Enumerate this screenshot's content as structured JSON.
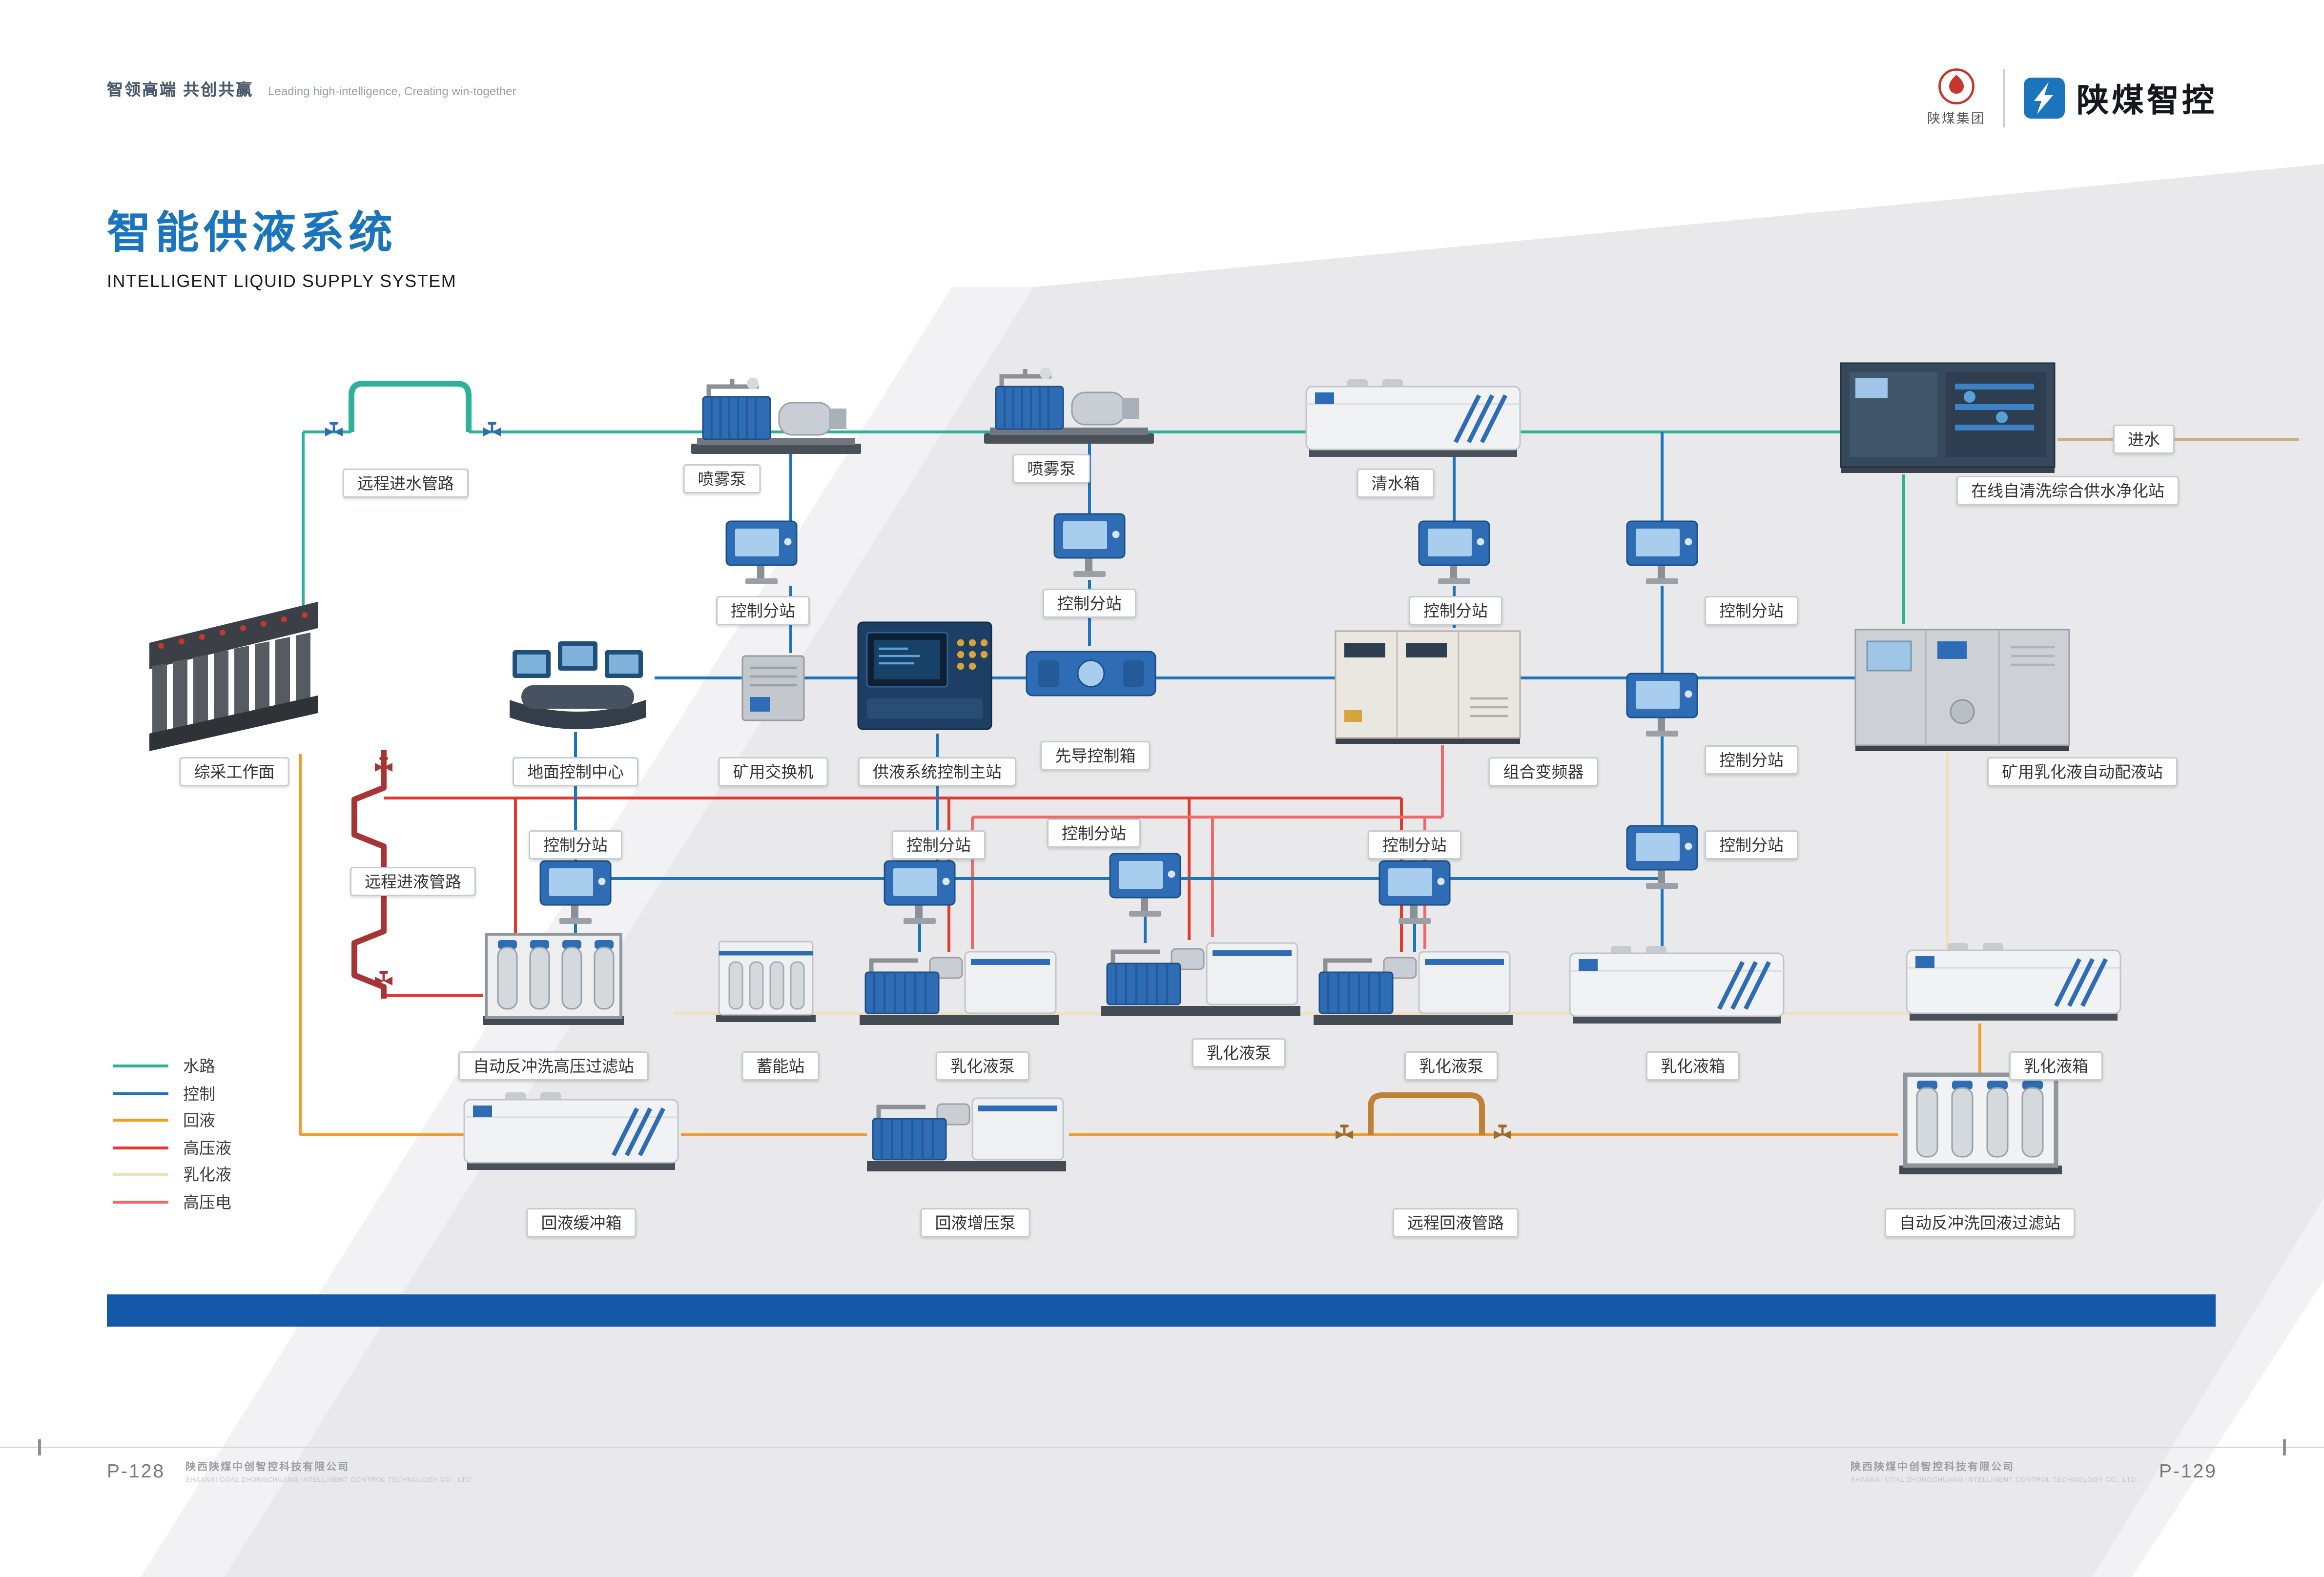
{
  "header": {
    "slogan_cn": "智领高端 共创共赢",
    "slogan_en": "Leading high-intelligence, Creating win-together",
    "logo_group_text": "陕煤集团",
    "logo_brand_text": "陕煤智控"
  },
  "title": {
    "cn": "智能供液系统",
    "en": "INTELLIGENT LIQUID SUPPLY SYSTEM"
  },
  "legend": {
    "items": [
      {
        "label": "水路",
        "color": "#2fb199"
      },
      {
        "label": "控制",
        "color": "#1b75bc"
      },
      {
        "label": "回液",
        "color": "#f59a23"
      },
      {
        "label": "高压液",
        "color": "#e0392f"
      },
      {
        "label": "乳化液",
        "color": "#f0e0bd"
      },
      {
        "label": "高压电",
        "color": "#ee6a6a"
      }
    ]
  },
  "diagram": {
    "labels": [
      "远程进水管路",
      "喷雾泵",
      "喷雾泵",
      "清水箱",
      "进水",
      "在线自清洗综合供水净化站",
      "控制分站",
      "控制分站",
      "控制分站",
      "控制分站",
      "综采工作面",
      "地面控制中心",
      "矿用交换机",
      "供液系统控制主站",
      "先导控制箱",
      "组合变频器",
      "控制分站",
      "矿用乳化液自动配液站",
      "远程进液管路",
      "控制分站",
      "控制分站",
      "控制分站",
      "控制分站",
      "控制分站",
      "自动反冲洗高压过滤站",
      "蓄能站",
      "乳化液泵",
      "乳化液泵",
      "乳化液泵",
      "乳化液箱",
      "乳化液箱",
      "回液缓冲箱",
      "回液增压泵",
      "远程回液管路",
      "自动反冲洗回液过滤站"
    ]
  },
  "footer": {
    "page_left": "P-128",
    "page_right": "P-129",
    "company_cn": "陕西陕煤中创智控科技有限公司",
    "company_en": "SHAANXI COAL ZHONGCHUANG INTELLIGENT CONTROL TECHNOLOGY CO., LTD."
  },
  "colors": {
    "water": "#2fb199",
    "control": "#1b75bc",
    "return_liquid": "#f59a23",
    "high_pressure": "#e0392f",
    "emulsion": "#f0e0bd",
    "high_voltage": "#ee6a6a",
    "accent_blue": "#1b75bc",
    "bottom_bar": "#1558a7"
  }
}
